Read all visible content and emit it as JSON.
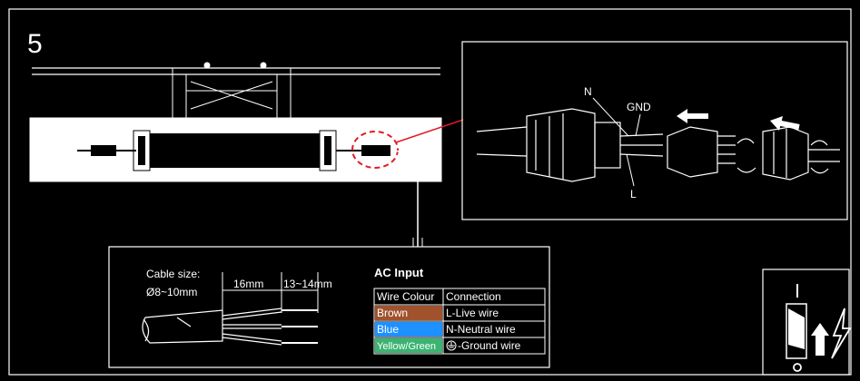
{
  "step_number": "5",
  "connector_labels": {
    "n": "N",
    "gnd": "GND",
    "l": "L"
  },
  "cable": {
    "size_label": "Cable size:",
    "size_value": "Ø8~10mm",
    "strip_outer": "16mm",
    "strip_inner": "13~14mm"
  },
  "ac_input": {
    "title": "AC Input",
    "headers": [
      "Wire Colour",
      "Connection"
    ],
    "rows": [
      {
        "colour": "Brown",
        "connection": "L-Live wire",
        "swatch": "#a0522d"
      },
      {
        "colour": "Blue",
        "connection": "N-Neutral wire",
        "swatch": "#1e90ff"
      },
      {
        "colour": "Yellow/Green",
        "connection": "-Ground wire",
        "swatch": "#3cb371"
      }
    ]
  },
  "colors": {
    "highlight": "#e31b23",
    "line": "#ffffff",
    "background": "#000000"
  }
}
